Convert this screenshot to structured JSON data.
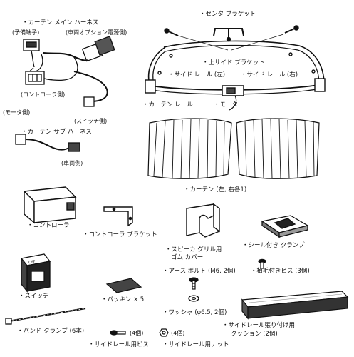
{
  "labels": {
    "main_harness": "・カーテン メイン ハーネス",
    "spare_terminal": "(予備端子)",
    "vehicle_option_power": "(車両オプション電源側)",
    "controller_side": "(コントローラ側)",
    "motor_side": "(モータ側)",
    "switch_side": "(スイッチ側)",
    "sub_harness": "・カーテン サブ ハーネス",
    "vehicle_side": "(車両側)",
    "center_bracket": "・センタ ブラケット",
    "upper_side_bracket": "・上サイド ブラケット",
    "side_rail_left": "・サイド レール (左)",
    "side_rail_right": "・サイド レール (右)",
    "curtain_rail": "・カーテン レール",
    "motor": "・モータ",
    "curtain": "・カーテン (左, 右各1)",
    "controller": "・コントローラ",
    "controller_bracket": "・コントローラ ブラケット",
    "speaker_grille_cover": "・スピーカ グリル用",
    "rubber_cover": "ゴム カバー",
    "sealed_clamp": "・シール付き クランプ",
    "ground_bolt": "・アース ボルト (M6, 2個)",
    "tapping_screw": "・植毛付きビス (3個)",
    "switch": "・スイッチ",
    "packing": "・パッキン × 5",
    "washer": "・ワッシャ (φ6.5, 2個)",
    "side_rail_tape": "・サイドレール張り付け用",
    "cushion": "クッション (2個)",
    "band_clamp": "・バンド クランプ (6本)",
    "side_rail_screw": "・サイドレール用ビス",
    "qty_screw": "(4個)",
    "qty_nut": "(4個)",
    "side_rail_nut": "・サイドレール用ナット"
  },
  "switch_face_text": "OFF"
}
